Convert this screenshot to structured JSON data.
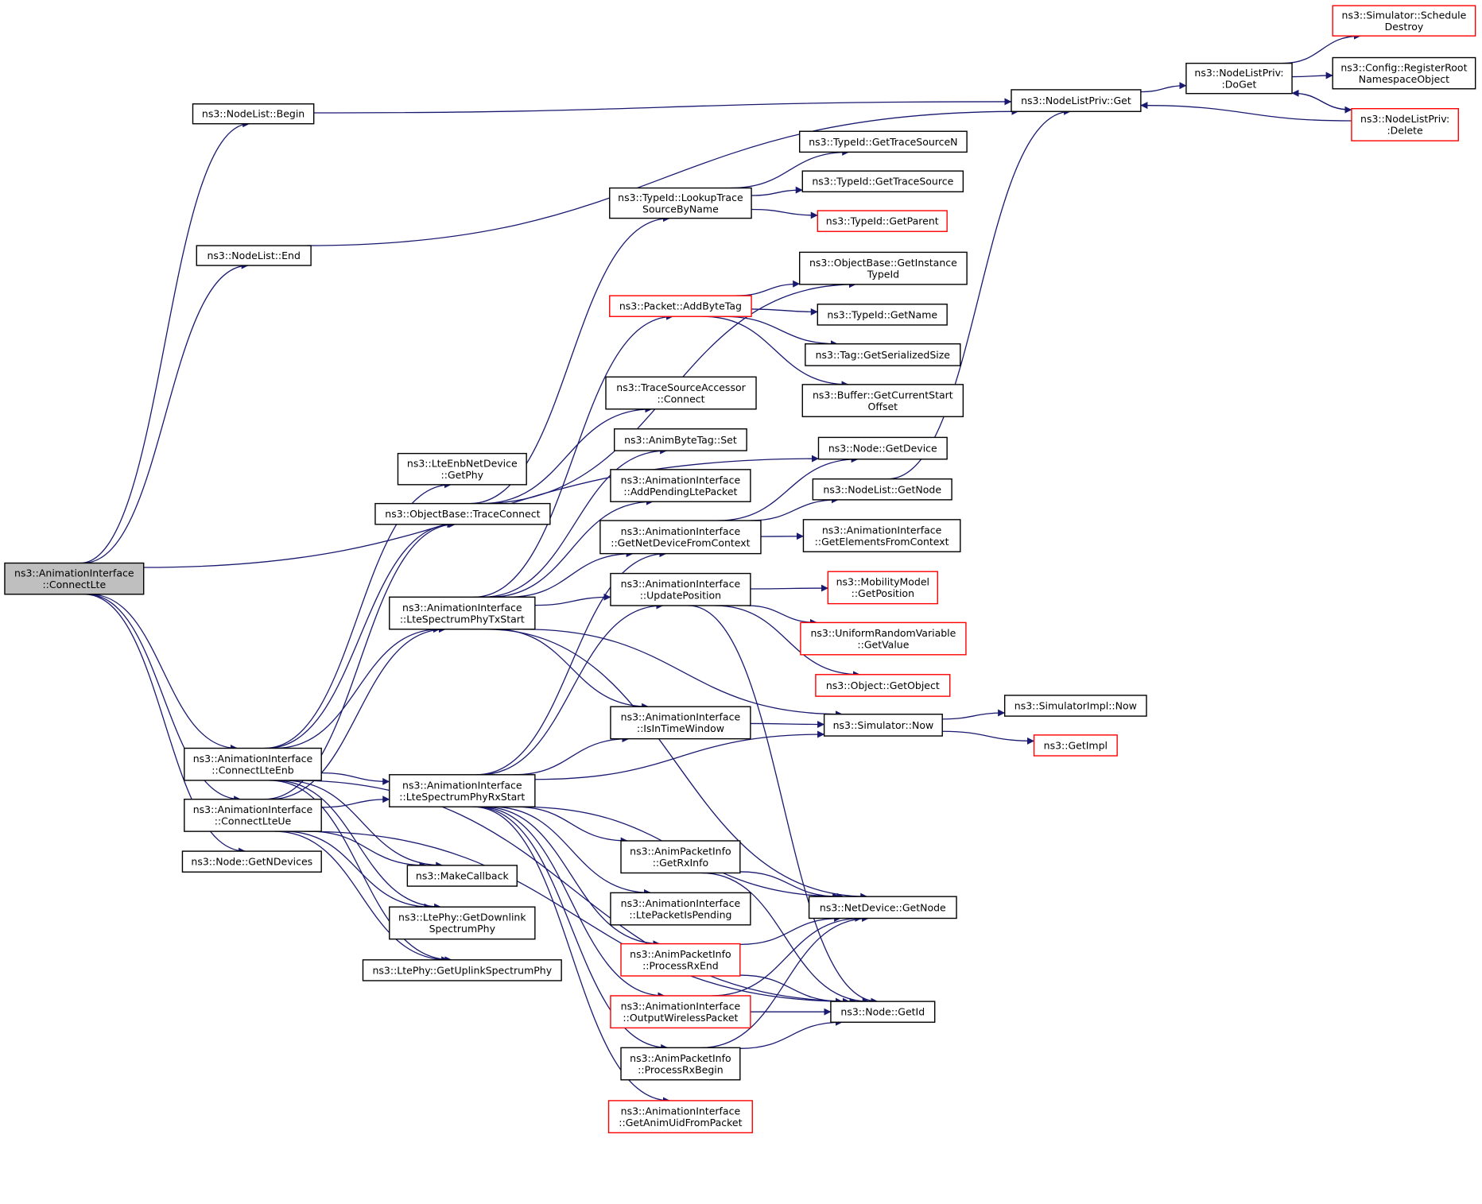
{
  "colors": {
    "edge": "#191970",
    "node_border_normal": "#000000",
    "node_border_truncated": "#ff0000",
    "root_fill": "#bfbfbf",
    "node_fill": "#ffffff"
  },
  "nodes": [
    {
      "id": "n0",
      "lines": [
        "ns3::AnimationInterface",
        "::ConnectLte"
      ],
      "style": "root"
    },
    {
      "id": "n1",
      "lines": [
        "ns3::NodeList::Begin"
      ],
      "style": "normal"
    },
    {
      "id": "n2",
      "lines": [
        "ns3::NodeListPriv::Get"
      ],
      "style": "normal"
    },
    {
      "id": "n3",
      "lines": [
        "ns3::NodeListPriv:",
        ":DoGet"
      ],
      "style": "normal"
    },
    {
      "id": "n4",
      "lines": [
        "ns3::Simulator::Schedule",
        "Destroy"
      ],
      "style": "truncated"
    },
    {
      "id": "n5",
      "lines": [
        "ns3::Config::RegisterRoot",
        "NamespaceObject"
      ],
      "style": "normal"
    },
    {
      "id": "n6",
      "lines": [
        "ns3::NodeListPriv:",
        ":Delete"
      ],
      "style": "truncated"
    },
    {
      "id": "n7",
      "lines": [
        "ns3::NodeList::End"
      ],
      "style": "normal"
    },
    {
      "id": "n8",
      "lines": [
        "ns3::Node::GetDevice"
      ],
      "style": "normal"
    },
    {
      "id": "n9",
      "lines": [
        "ns3::AnimationInterface",
        "::ConnectLteEnb"
      ],
      "style": "normal"
    },
    {
      "id": "n10",
      "lines": [
        "ns3::LteEnbNetDevice",
        "::GetPhy"
      ],
      "style": "normal"
    },
    {
      "id": "n11",
      "lines": [
        "ns3::ObjectBase::TraceConnect"
      ],
      "style": "normal"
    },
    {
      "id": "n12",
      "lines": [
        "ns3::TypeId::LookupTrace",
        "SourceByName"
      ],
      "style": "normal"
    },
    {
      "id": "n13",
      "lines": [
        "ns3::TypeId::GetTraceSourceN"
      ],
      "style": "normal"
    },
    {
      "id": "n14",
      "lines": [
        "ns3::TypeId::GetTraceSource"
      ],
      "style": "normal"
    },
    {
      "id": "n15",
      "lines": [
        "ns3::TypeId::GetParent"
      ],
      "style": "truncated"
    },
    {
      "id": "n16",
      "lines": [
        "ns3::ObjectBase::GetInstance",
        "TypeId"
      ],
      "style": "normal"
    },
    {
      "id": "n17",
      "lines": [
        "ns3::TraceSourceAccessor",
        "::Connect"
      ],
      "style": "normal"
    },
    {
      "id": "n18",
      "lines": [
        "ns3::AnimationInterface",
        "::LteSpectrumPhyTxStart"
      ],
      "style": "normal"
    },
    {
      "id": "n19",
      "lines": [
        "ns3::Packet::AddByteTag"
      ],
      "style": "truncated"
    },
    {
      "id": "n20",
      "lines": [
        "ns3::TypeId::GetName"
      ],
      "style": "normal"
    },
    {
      "id": "n21",
      "lines": [
        "ns3::Tag::GetSerializedSize"
      ],
      "style": "normal"
    },
    {
      "id": "n22",
      "lines": [
        "ns3::Buffer::GetCurrentStart",
        "Offset"
      ],
      "style": "normal"
    },
    {
      "id": "n23",
      "lines": [
        "ns3::AnimByteTag::Set"
      ],
      "style": "normal"
    },
    {
      "id": "n24",
      "lines": [
        "ns3::AnimationInterface",
        "::AddPendingLtePacket"
      ],
      "style": "normal"
    },
    {
      "id": "n25",
      "lines": [
        "ns3::AnimationInterface",
        "::GetNetDeviceFromContext"
      ],
      "style": "normal"
    },
    {
      "id": "n26",
      "lines": [
        "ns3::AnimationInterface",
        "::GetElementsFromContext"
      ],
      "style": "normal"
    },
    {
      "id": "n27",
      "lines": [
        "ns3::NodeList::GetNode"
      ],
      "style": "normal"
    },
    {
      "id": "n28",
      "lines": [
        "ns3::AnimationInterface",
        "::IsInTimeWindow"
      ],
      "style": "normal"
    },
    {
      "id": "n29",
      "lines": [
        "ns3::Simulator::Now"
      ],
      "style": "normal"
    },
    {
      "id": "n30",
      "lines": [
        "ns3::SimulatorImpl::Now"
      ],
      "style": "normal"
    },
    {
      "id": "n31",
      "lines": [
        "ns3::GetImpl"
      ],
      "style": "truncated"
    },
    {
      "id": "n32",
      "lines": [
        "ns3::NetDevice::GetNode"
      ],
      "style": "normal"
    },
    {
      "id": "n33",
      "lines": [
        "ns3::AnimationInterface",
        "::UpdatePosition"
      ],
      "style": "normal"
    },
    {
      "id": "n34",
      "lines": [
        "ns3::MobilityModel",
        "::GetPosition"
      ],
      "style": "truncated"
    },
    {
      "id": "n35",
      "lines": [
        "ns3::UniformRandomVariable",
        "::GetValue"
      ],
      "style": "truncated"
    },
    {
      "id": "n36",
      "lines": [
        "ns3::Object::GetObject"
      ],
      "style": "truncated"
    },
    {
      "id": "n37",
      "lines": [
        "ns3::Node::GetId"
      ],
      "style": "normal"
    },
    {
      "id": "n38",
      "lines": [
        "ns3::AnimationInterface",
        "::LteSpectrumPhyRxStart"
      ],
      "style": "normal"
    },
    {
      "id": "n39",
      "lines": [
        "ns3::AnimPacketInfo",
        "::GetRxInfo"
      ],
      "style": "normal"
    },
    {
      "id": "n40",
      "lines": [
        "ns3::AnimationInterface",
        "::LtePacketIsPending"
      ],
      "style": "normal"
    },
    {
      "id": "n41",
      "lines": [
        "ns3::AnimPacketInfo",
        "::ProcessRxEnd"
      ],
      "style": "truncated"
    },
    {
      "id": "n42",
      "lines": [
        "ns3::AnimationInterface",
        "::OutputWirelessPacket"
      ],
      "style": "truncated"
    },
    {
      "id": "n43",
      "lines": [
        "ns3::AnimPacketInfo",
        "::ProcessRxBegin"
      ],
      "style": "normal"
    },
    {
      "id": "n44",
      "lines": [
        "ns3::AnimationInterface",
        "::GetAnimUidFromPacket"
      ],
      "style": "truncated"
    },
    {
      "id": "n45",
      "lines": [
        "ns3::LtePhy::GetDownlink",
        "SpectrumPhy"
      ],
      "style": "normal"
    },
    {
      "id": "n46",
      "lines": [
        "ns3::AnimationInterface",
        "::ConnectLteUe"
      ],
      "style": "normal"
    },
    {
      "id": "n47",
      "lines": [
        "ns3::MakeCallback"
      ],
      "style": "normal"
    },
    {
      "id": "n48",
      "lines": [
        "ns3::LtePhy::GetUplinkSpectrumPhy"
      ],
      "style": "normal"
    },
    {
      "id": "n49",
      "lines": [
        "ns3::Node::GetNDevices"
      ],
      "style": "normal"
    }
  ],
  "edges": [
    [
      "n0",
      "n1"
    ],
    [
      "n0",
      "n7"
    ],
    [
      "n0",
      "n8"
    ],
    [
      "n0",
      "n9"
    ],
    [
      "n0",
      "n46"
    ],
    [
      "n0",
      "n49"
    ],
    [
      "n1",
      "n2"
    ],
    [
      "n7",
      "n2"
    ],
    [
      "n2",
      "n3"
    ],
    [
      "n3",
      "n4"
    ],
    [
      "n3",
      "n5"
    ],
    [
      "n3",
      "n6"
    ],
    [
      "n6",
      "n3"
    ],
    [
      "n6",
      "n2"
    ],
    [
      "n9",
      "n10"
    ],
    [
      "n9",
      "n11"
    ],
    [
      "n9",
      "n18"
    ],
    [
      "n9",
      "n38"
    ],
    [
      "n9",
      "n45"
    ],
    [
      "n9",
      "n47"
    ],
    [
      "n9",
      "n48"
    ],
    [
      "n9",
      "n37"
    ],
    [
      "n11",
      "n12"
    ],
    [
      "n11",
      "n16"
    ],
    [
      "n11",
      "n17"
    ],
    [
      "n12",
      "n13"
    ],
    [
      "n12",
      "n14"
    ],
    [
      "n12",
      "n15"
    ],
    [
      "n18",
      "n19"
    ],
    [
      "n18",
      "n23"
    ],
    [
      "n18",
      "n24"
    ],
    [
      "n18",
      "n25"
    ],
    [
      "n18",
      "n33"
    ],
    [
      "n18",
      "n28"
    ],
    [
      "n18",
      "n29"
    ],
    [
      "n18",
      "n32"
    ],
    [
      "n19",
      "n16"
    ],
    [
      "n19",
      "n20"
    ],
    [
      "n19",
      "n21"
    ],
    [
      "n19",
      "n22"
    ],
    [
      "n25",
      "n8"
    ],
    [
      "n25",
      "n27"
    ],
    [
      "n25",
      "n26"
    ],
    [
      "n27",
      "n2"
    ],
    [
      "n33",
      "n34"
    ],
    [
      "n33",
      "n35"
    ],
    [
      "n33",
      "n36"
    ],
    [
      "n33",
      "n37"
    ],
    [
      "n28",
      "n29"
    ],
    [
      "n29",
      "n30"
    ],
    [
      "n29",
      "n31"
    ],
    [
      "n38",
      "n25"
    ],
    [
      "n38",
      "n33"
    ],
    [
      "n38",
      "n28"
    ],
    [
      "n38",
      "n29"
    ],
    [
      "n38",
      "n32"
    ],
    [
      "n38",
      "n39"
    ],
    [
      "n38",
      "n40"
    ],
    [
      "n38",
      "n41"
    ],
    [
      "n38",
      "n42"
    ],
    [
      "n38",
      "n43"
    ],
    [
      "n38",
      "n44"
    ],
    [
      "n39",
      "n32"
    ],
    [
      "n39",
      "n37"
    ],
    [
      "n41",
      "n32"
    ],
    [
      "n41",
      "n37"
    ],
    [
      "n42",
      "n32"
    ],
    [
      "n42",
      "n37"
    ],
    [
      "n43",
      "n32"
    ],
    [
      "n43",
      "n37"
    ],
    [
      "n46",
      "n11"
    ],
    [
      "n46",
      "n18"
    ],
    [
      "n46",
      "n38"
    ],
    [
      "n46",
      "n45"
    ],
    [
      "n46",
      "n47"
    ],
    [
      "n46",
      "n48"
    ],
    [
      "n46",
      "n37"
    ]
  ]
}
